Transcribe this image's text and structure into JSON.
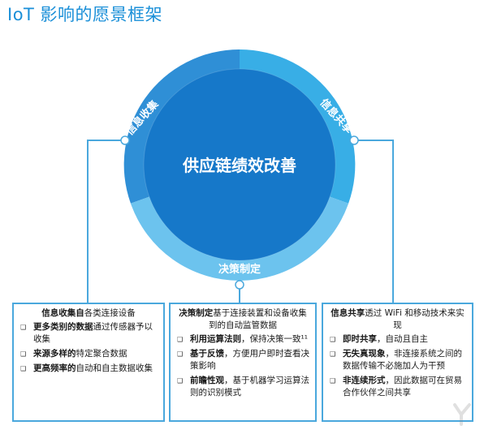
{
  "title": "IoT 影响的愿景框架",
  "diagram": {
    "center_text": "供应链绩效改善",
    "ring_labels": {
      "left": "信息收集",
      "right": "信息共享",
      "bottom": "决策制定"
    },
    "colors": {
      "ring_left": "#2f8fd6",
      "ring_right": "#38aee6",
      "ring_bottom": "#6cc3ee",
      "inner_disk": "#1678c9",
      "connector": "#4aa8dd"
    }
  },
  "boxes": {
    "left": {
      "head_bold": "信息收集自",
      "head_rest": "各类连接设备",
      "items": [
        {
          "bold": "更多类别的数据",
          "rest": "通过传感器予以收集"
        },
        {
          "bold": "来源多样的",
          "rest": "特定聚合数据"
        },
        {
          "bold": "更高频率的",
          "rest": "自动和自主数据收集"
        }
      ]
    },
    "middle": {
      "head_bold": "决策制定",
      "head_rest": "基于连接装置和设备收集到的自动监管数据",
      "items": [
        {
          "bold": "利用运算法则",
          "rest": "，保持决策一致¹¹"
        },
        {
          "bold": "基于反馈",
          "rest": "，方便用户即时查看决策影响"
        },
        {
          "bold": "前瞻性观",
          "rest": "，基于机器学习运算法则的识别模式"
        }
      ]
    },
    "right": {
      "head_bold": "信息共享",
      "head_rest": "透过 WiFi 和移动技术来实现",
      "items": [
        {
          "bold": "即时共享",
          "rest": "，自动且自主"
        },
        {
          "bold": "无失真现象",
          "rest": "，非连接系统之间的数据传输不必施加人为干预"
        },
        {
          "bold": "非连续形式",
          "rest": "，因此数据可在贸易合作伙伴之间共享"
        }
      ]
    }
  }
}
